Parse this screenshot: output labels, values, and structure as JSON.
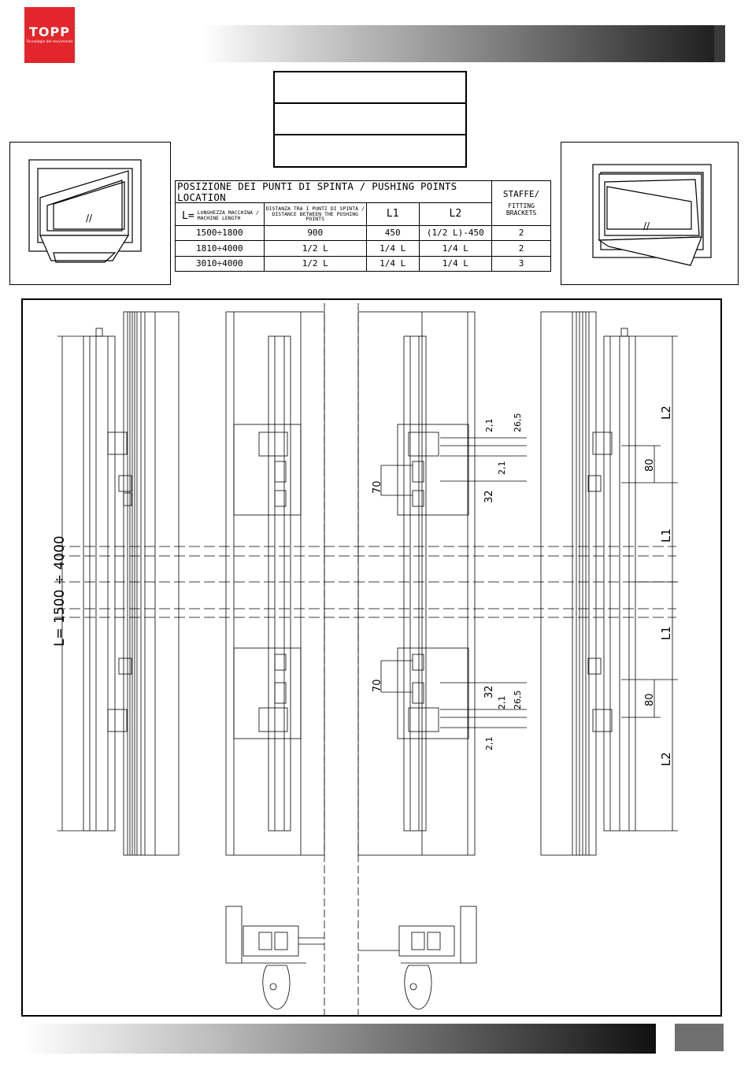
{
  "brand": {
    "logo_text": "TOPP",
    "logo_tagline": "Tecnologia del movimento",
    "brand_color": "#e3262b"
  },
  "table": {
    "header": "POSIZIONE DEI PUNTI DI SPINTA / PUSHING POINTS LOCATION",
    "staffe": "STAFFE/",
    "fitting": "FITTING BRACKETS",
    "l_label": "L=",
    "l_desc_it": "LUNGHEZZA MACCHINA /",
    "l_desc_en": "MACHINE LENGTH",
    "dist_desc_it": "DISTANZA TRA I PUNTI DI SPINTA /",
    "dist_desc_en": "DISTANCE BETWEEN THE PUSHING POINTS",
    "col_l1": "L1",
    "col_l2": "L2",
    "rows": [
      {
        "length": "1500÷1800",
        "distance": "900",
        "l1": "450",
        "l2": "(1/2 L)-450",
        "brackets": "2"
      },
      {
        "length": "1810÷4000",
        "distance": "1/2 L",
        "l1": "1/4 L",
        "l2": "1/4 L",
        "brackets": "2"
      },
      {
        "length": "3010÷4000",
        "distance": "1/2 L",
        "l1": "1/4 L",
        "l2": "1/4 L",
        "brackets": "3"
      }
    ]
  },
  "drawing": {
    "length_range": "L= 1500 ÷ 4000",
    "dim_l1": "L1",
    "dim_l2": "L2",
    "dim_80": "80",
    "dim_70": "70",
    "dim_32": "32",
    "dim_2_1": "2,1",
    "dim_26_5": "26,5",
    "glass_mark": "//"
  }
}
